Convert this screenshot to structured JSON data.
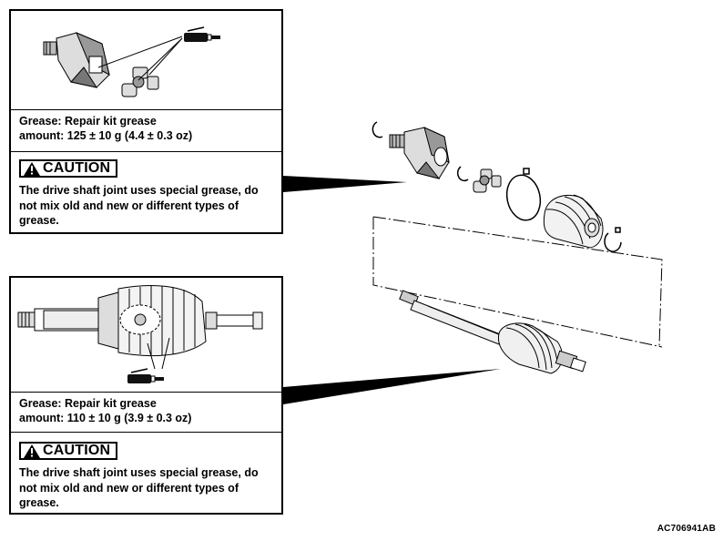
{
  "top_panel": {
    "grease_lines": "Grease: Repair kit grease\namount: 125 ± 10 g (4.4 ± 0.3 oz)",
    "caution_label": "CAUTION",
    "caution_text": "The drive shaft joint uses special grease, do not mix old and new or different types of grease."
  },
  "bottom_panel": {
    "grease_lines": "Grease: Repair kit grease\namount: 110 ± 10 g (3.9 ± 0.3 oz)",
    "caution_label": "CAUTION",
    "caution_text": "The drive shaft joint uses special grease, do not mix old and new or different types of grease."
  },
  "figure_code": "AC706941AB",
  "icons": [
    "grease-tube-icon",
    "warning-triangle-icon"
  ]
}
